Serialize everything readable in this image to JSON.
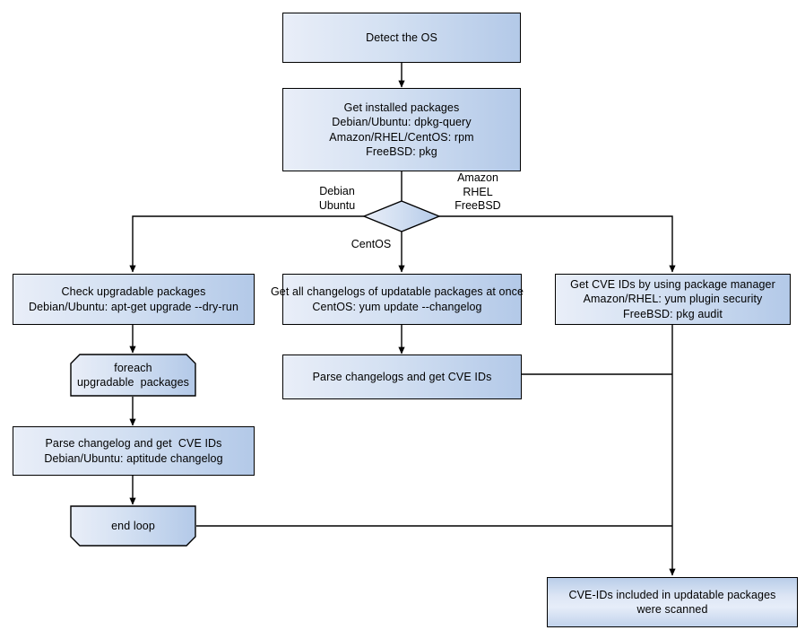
{
  "diagram": {
    "title": "OS package CVE scanning flowchart",
    "colors": {
      "node_fill_light": "#e9eef8",
      "node_fill_dark": "#b3c9e8",
      "node_border": "#000000",
      "edge_line": "#000000",
      "background": "#ffffff"
    },
    "nodes": {
      "detect_os": {
        "label": "Detect the OS"
      },
      "get_installed_packages": {
        "label": "Get installed packages\nDebian/Ubuntu: dpkg-query\nAmazon/RHEL/CentOS: rpm\nFreeBSD: pkg"
      },
      "os_decision": {
        "label": ""
      },
      "check_upgradable": {
        "label": "Check upgradable packages\nDebian/Ubuntu: apt-get upgrade --dry-run"
      },
      "get_all_changelogs": {
        "label": "Get all changelogs of updatable packages at once\nCentOS: yum update --changelog"
      },
      "get_cve_ids_pkgmgr": {
        "label": "Get CVE IDs by using package manager\nAmazon/RHEL: yum plugin security\nFreeBSD: pkg audit"
      },
      "foreach_loop": {
        "label": "foreach\nupgradable  packages"
      },
      "parse_changelog_single": {
        "label": "Parse changelog and get  CVE IDs\nDebian/Ubuntu: aptitude changelog"
      },
      "parse_changelogs_centos": {
        "label": "Parse changelogs and get CVE IDs"
      },
      "end_loop": {
        "label": "end loop"
      },
      "result": {
        "label": "CVE-IDs included in updatable packages\nwere scanned"
      }
    },
    "edge_labels": {
      "debian_ubuntu": "Debian\nUbuntu",
      "amazon_rhel_freebsd": "Amazon\nRHEL\nFreeBSD",
      "centos": "CentOS"
    }
  }
}
